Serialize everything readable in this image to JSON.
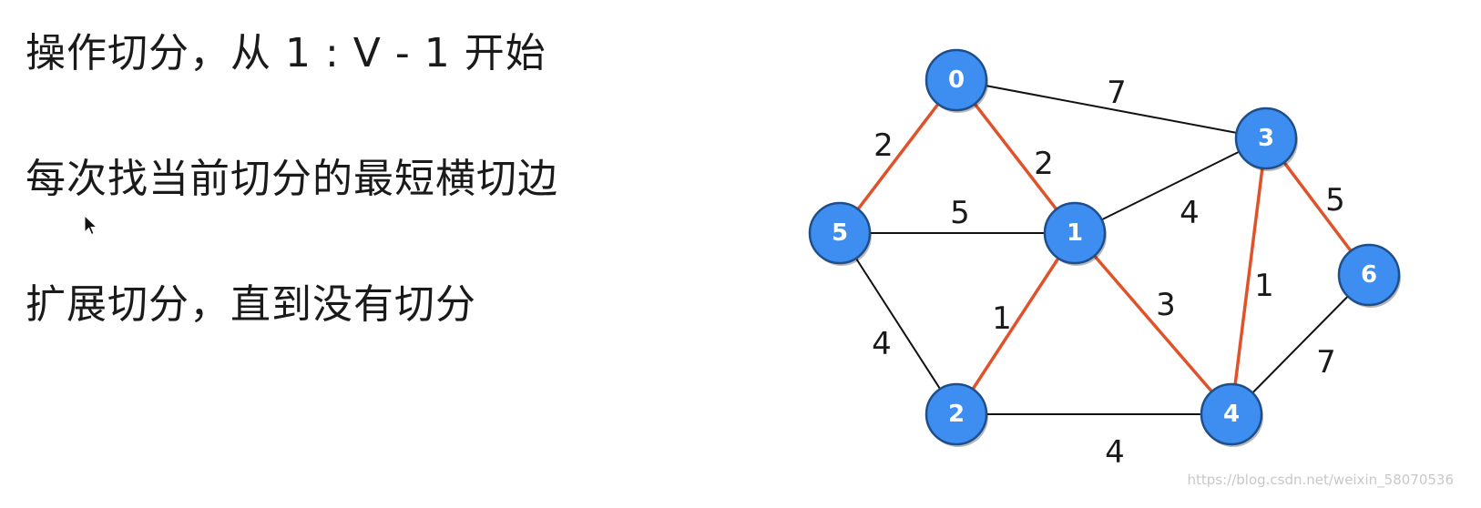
{
  "text_lines": [
    "操作切分，从 1 : V - 1 开始",
    "每次找当前切分的最短横切边",
    "扩展切分，直到没有切分"
  ],
  "graph": {
    "nodes": [
      {
        "id": "0",
        "label": "0"
      },
      {
        "id": "1",
        "label": "1"
      },
      {
        "id": "2",
        "label": "2"
      },
      {
        "id": "3",
        "label": "3"
      },
      {
        "id": "4",
        "label": "4"
      },
      {
        "id": "5",
        "label": "5"
      },
      {
        "id": "6",
        "label": "6"
      }
    ],
    "edges": [
      {
        "from": "0",
        "to": "3",
        "weight": "7",
        "highlighted": false
      },
      {
        "from": "0",
        "to": "5",
        "weight": "2",
        "highlighted": true
      },
      {
        "from": "0",
        "to": "1",
        "weight": "2",
        "highlighted": true
      },
      {
        "from": "5",
        "to": "1",
        "weight": "5",
        "highlighted": false
      },
      {
        "from": "1",
        "to": "3",
        "weight": "4",
        "highlighted": false
      },
      {
        "from": "3",
        "to": "6",
        "weight": "5",
        "highlighted": true
      },
      {
        "from": "3",
        "to": "4",
        "weight": "1",
        "highlighted": true
      },
      {
        "from": "1",
        "to": "2",
        "weight": "1",
        "highlighted": true
      },
      {
        "from": "1",
        "to": "4",
        "weight": "3",
        "highlighted": true
      },
      {
        "from": "5",
        "to": "2",
        "weight": "4",
        "highlighted": false
      },
      {
        "from": "2",
        "to": "4",
        "weight": "4",
        "highlighted": false
      },
      {
        "from": "6",
        "to": "4",
        "weight": "7",
        "highlighted": false
      }
    ]
  },
  "colors": {
    "node_fill": "#3d8ef0",
    "node_stroke": "#1f4f8a",
    "edge_normal": "#111111",
    "edge_highlight": "#e0522a"
  },
  "watermark": "https://blog.csdn.net/weixin_58070536"
}
